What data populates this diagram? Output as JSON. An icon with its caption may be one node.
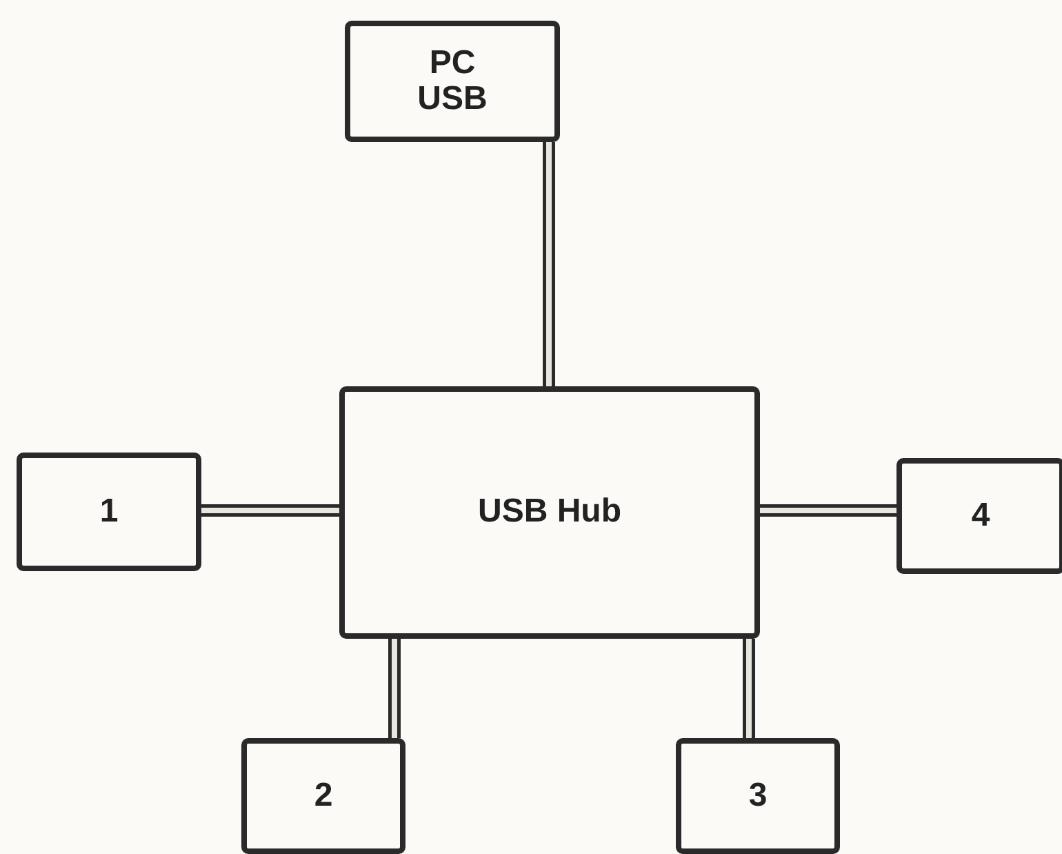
{
  "diagram": {
    "nodes": [
      {
        "text": [
          "PC USB"
        ]
      },
      {
        "text": [
          "USB Hub"
        ]
      },
      {
        "text": [
          "1"
        ]
      },
      {
        "text": [
          "4"
        ]
      },
      {
        "text": [
          "2"
        ]
      },
      {
        "text": [
          "3"
        ]
      }
    ],
    "edges": [
      {
        "from": 0,
        "to": 1,
        "arrow": "none"
      },
      {
        "from": 2,
        "to": 1,
        "arrow": "none"
      },
      {
        "from": 1,
        "to": 3,
        "arrow": "none"
      },
      {
        "from": 1,
        "to": 4,
        "arrow": "none"
      },
      {
        "from": 1,
        "to": 5,
        "arrow": "none"
      }
    ]
  }
}
